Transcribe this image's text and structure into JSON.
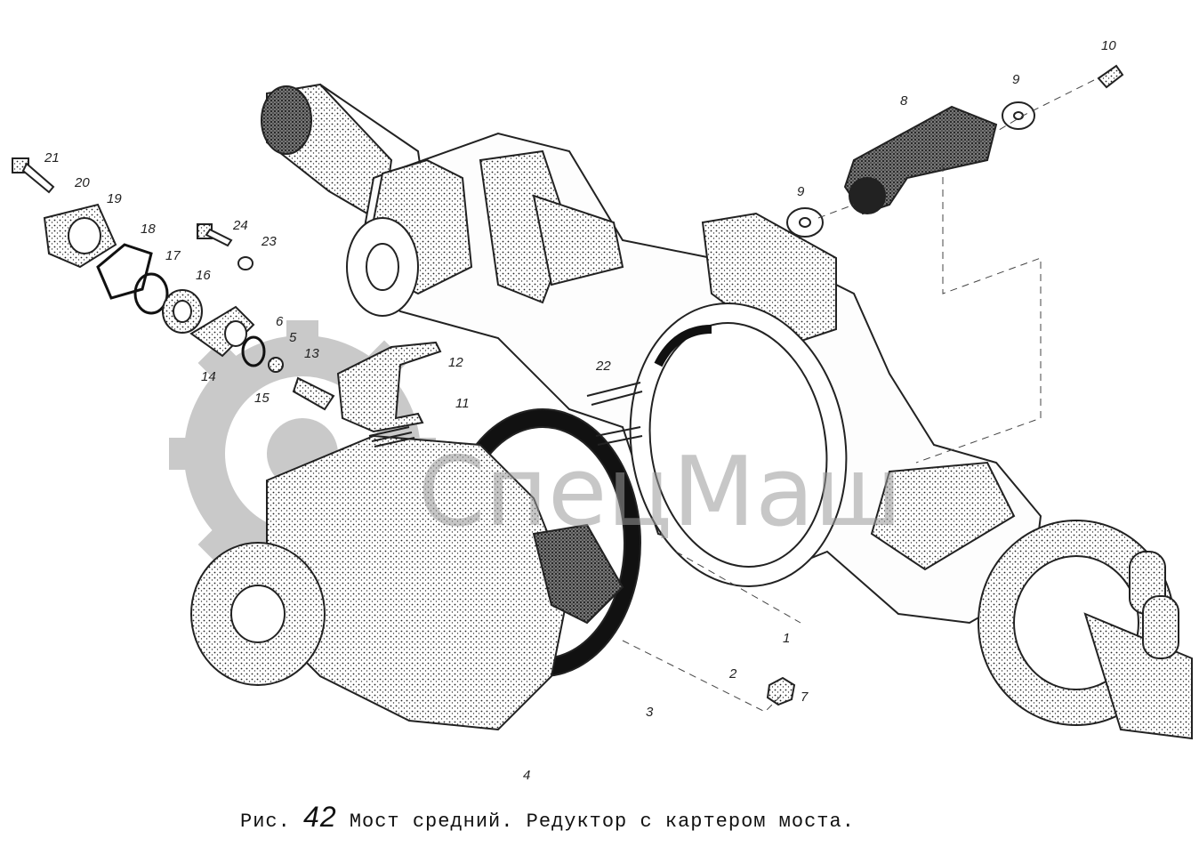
{
  "caption": {
    "prefix": "Рис.",
    "number": "42",
    "text": "Мост средний. Редуктор с картером моста."
  },
  "watermark": {
    "text": "СпецМаш",
    "color": "#9a9a9a"
  },
  "callouts": [
    "1",
    "2",
    "3",
    "4",
    "5",
    "6",
    "7",
    "8",
    "9",
    "9",
    "10",
    "11",
    "12",
    "13",
    "14",
    "15",
    "16",
    "17",
    "18",
    "19",
    "20",
    "21",
    "22",
    "23",
    "24"
  ]
}
